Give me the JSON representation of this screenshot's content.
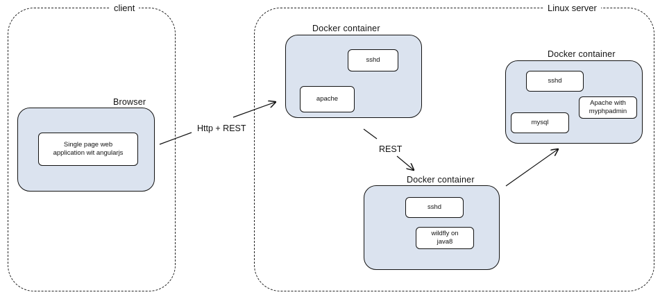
{
  "zones": {
    "client": "client",
    "server": "Linux server"
  },
  "containers": {
    "browser": {
      "title": "Browser",
      "app": "Single page web\napplication wit angularjs"
    },
    "web": {
      "title": "Docker container",
      "sshd": "sshd",
      "apache": "apache"
    },
    "app": {
      "title": "Docker container",
      "sshd": "sshd",
      "wildfly": "wildfly on\njava8"
    },
    "db": {
      "title": "Docker container",
      "sshd": "sshd",
      "phpmyadmin": "Apache with\nmyphpadmin",
      "mysql": "mysql"
    }
  },
  "edges": {
    "client_to_web": "Http + REST",
    "web_to_app": "REST"
  }
}
